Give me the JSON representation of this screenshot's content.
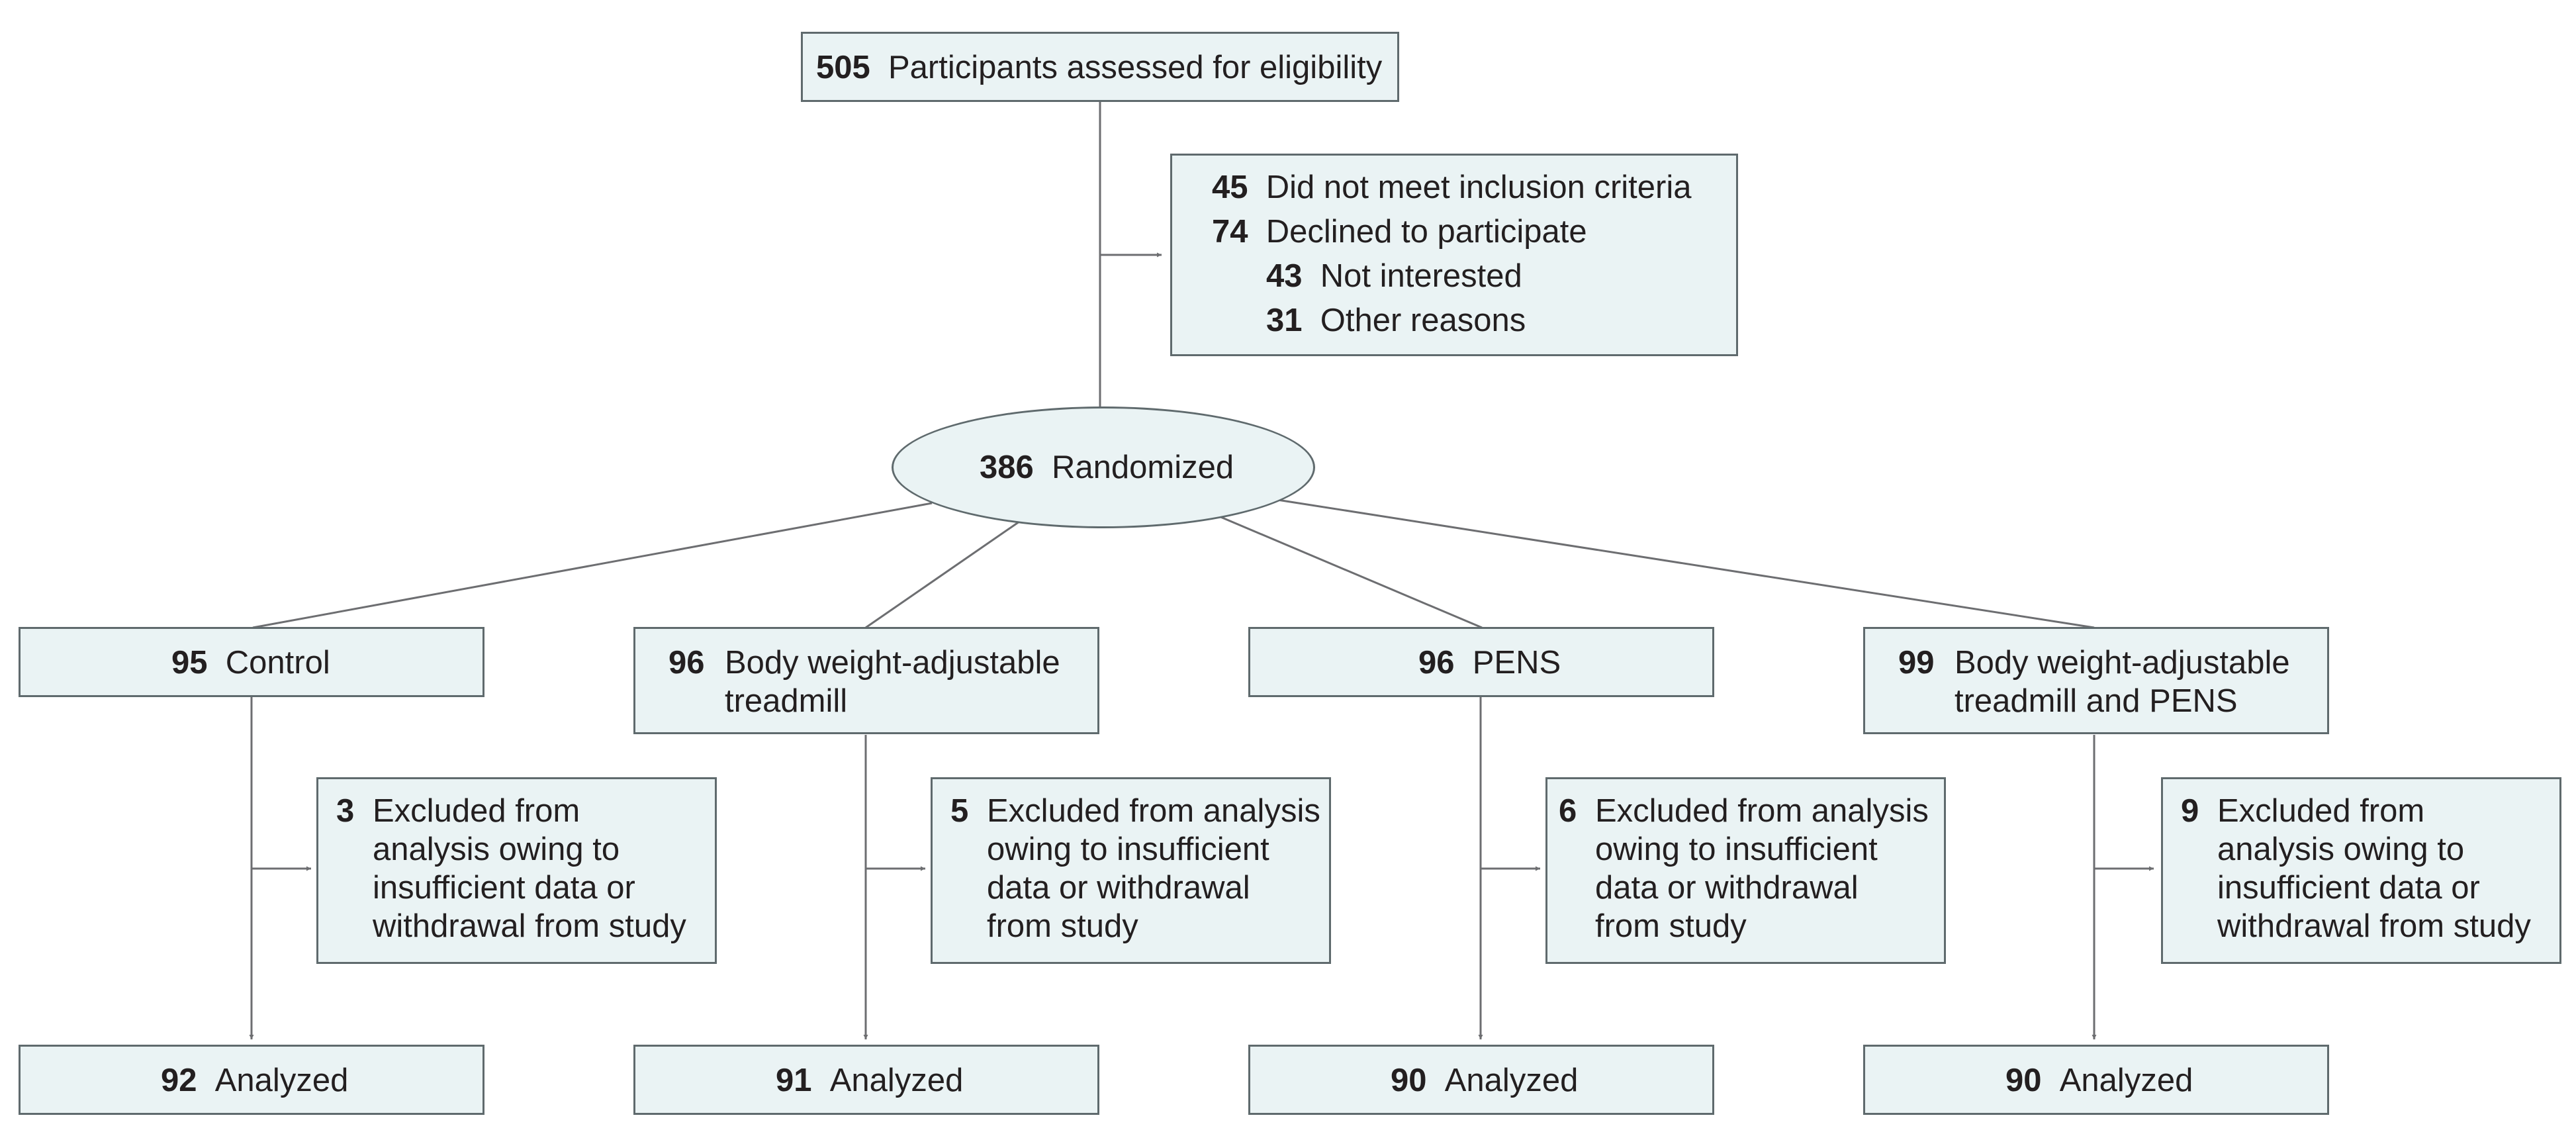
{
  "enrollment": {
    "assessed": {
      "n": "505",
      "label": "Participants assessed for eligibility"
    },
    "excluded": {
      "not_meet": {
        "n": "45",
        "label": "Did not meet inclusion criteria"
      },
      "declined": {
        "n": "74",
        "label": "Declined to participate"
      },
      "not_interested": {
        "n": "43",
        "label": "Not interested"
      },
      "other": {
        "n": "31",
        "label": "Other reasons"
      }
    },
    "randomized": {
      "n": "386",
      "label": "Randomized"
    }
  },
  "arms": [
    {
      "alloc": {
        "n": "95",
        "line1": "Control",
        "line2": ""
      },
      "excl": {
        "n": "3",
        "lines": [
          "Excluded from",
          "analysis owing to",
          "insufficient data or",
          "withdrawal from study"
        ]
      },
      "analyzed": {
        "n": "92",
        "label": "Analyzed"
      }
    },
    {
      "alloc": {
        "n": "96",
        "line1": "Body weight-adjustable",
        "line2": "treadmill"
      },
      "excl": {
        "n": "5",
        "lines": [
          "Excluded from analysis",
          "owing to insufficient",
          "data or withdrawal",
          "from study"
        ]
      },
      "analyzed": {
        "n": "91",
        "label": "Analyzed"
      }
    },
    {
      "alloc": {
        "n": "96",
        "line1": "PENS",
        "line2": ""
      },
      "excl": {
        "n": "6",
        "lines": [
          "Excluded from analysis",
          "owing to insufficient",
          "data or withdrawal",
          "from study"
        ]
      },
      "analyzed": {
        "n": "90",
        "label": "Analyzed"
      }
    },
    {
      "alloc": {
        "n": "99",
        "line1": "Body weight-adjustable",
        "line2": "treadmill and PENS"
      },
      "excl": {
        "n": "9",
        "lines": [
          "Excluded from",
          "analysis owing to",
          "insufficient data or",
          "withdrawal from study"
        ]
      },
      "analyzed": {
        "n": "90",
        "label": "Analyzed"
      }
    }
  ],
  "colors": {
    "box_fill": "#eaf3f4",
    "border": "#5f6a6d",
    "line": "#6d6e71",
    "text": "#231f20"
  }
}
